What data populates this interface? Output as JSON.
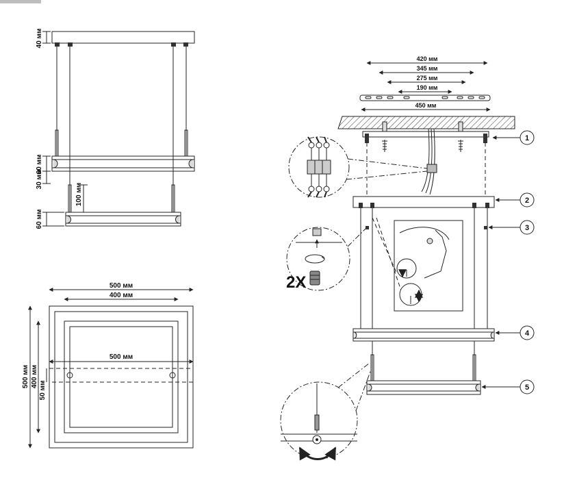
{
  "side_view": {
    "canopy_height": "40 мм",
    "frame1_height": "60 мм",
    "gap": "30 мм",
    "offset": "100 мм",
    "frame2_height": "60 мм"
  },
  "top_view": {
    "outer_width": "500 мм",
    "inner_width": "400 мм",
    "bar_width": "500 мм",
    "outer_height": "500 мм",
    "inner_height": "400 мм",
    "bar_height": "50 мм"
  },
  "install": {
    "dims": [
      "420 мм",
      "345 мм",
      "275 мм",
      "190 мм"
    ],
    "plate_dim": "450 мм",
    "quantity_label": "2X",
    "callouts": [
      "1",
      "2",
      "3",
      "4",
      "5"
    ]
  }
}
